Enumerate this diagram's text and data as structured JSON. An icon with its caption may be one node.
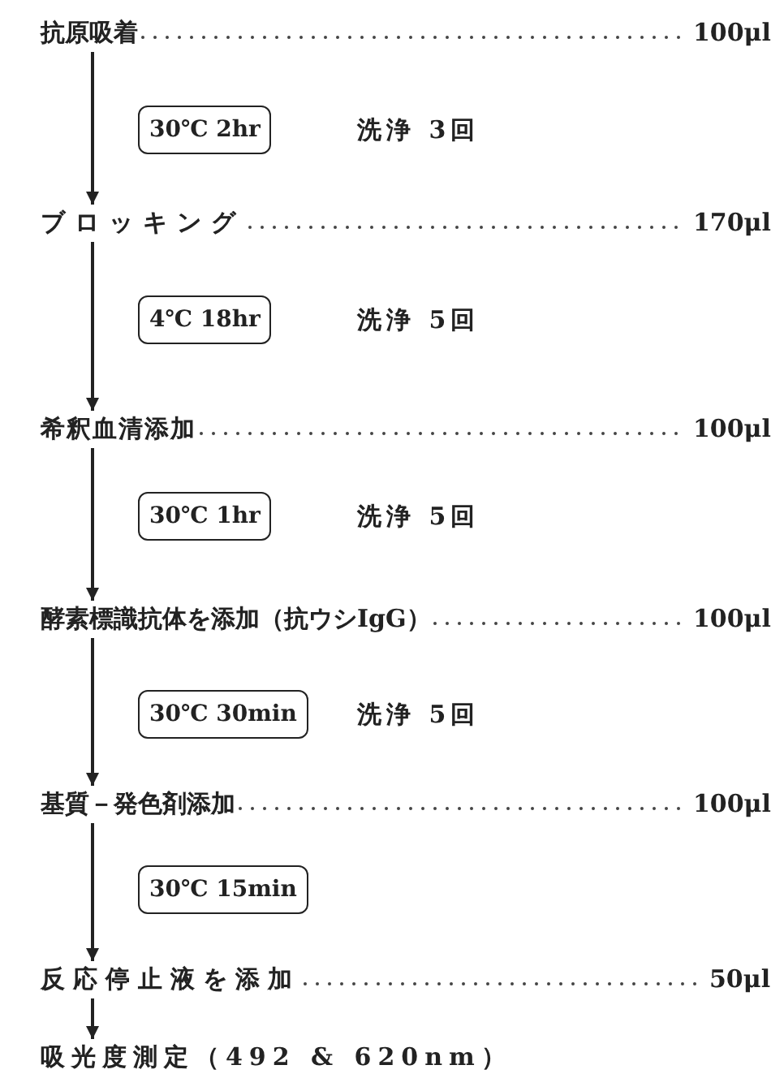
{
  "diagram": {
    "nodes": [
      {
        "text": [
          "抗原吸着"
        ]
      },
      {
        "text": [
          "100μl"
        ]
      },
      {
        "text": [
          "30℃ 2hr"
        ],
        "beside": [
          "洗浄 3回"
        ]
      },
      {
        "text": [
          "ブロッキング"
        ]
      },
      {
        "text": [
          "170μl"
        ]
      },
      {
        "text": [
          "4℃ 18hr"
        ],
        "beside": [
          "洗浄 5回"
        ]
      },
      {
        "text": [
          "希釈血清添加"
        ]
      },
      {
        "text": [
          "100μl"
        ]
      },
      {
        "text": [
          "30℃ 1hr"
        ],
        "beside": [
          "洗浄 5回"
        ]
      },
      {
        "text": [
          "酵素標識抗体を添加（抗ウシIgG）"
        ]
      },
      {
        "text": [
          "100μl"
        ]
      },
      {
        "text": [
          "30℃ 30min"
        ],
        "beside": [
          "洗浄 5回"
        ]
      },
      {
        "text": [
          "基質－発色剤添加"
        ]
      },
      {
        "text": [
          "100μl"
        ]
      },
      {
        "text": [
          "30℃ 15min"
        ]
      },
      {
        "text": [
          "反応停止液を添加"
        ]
      },
      {
        "text": [
          "50μl"
        ]
      },
      {
        "text": [
          "吸光度測定（492 & 620nm）"
        ]
      }
    ],
    "edges": [
      {
        "from": 0,
        "to": 1,
        "arrow": "none",
        "style": "dashed"
      },
      {
        "from": 0,
        "to": 3,
        "arrow": "to"
      },
      {
        "from": 3,
        "to": 4,
        "arrow": "none",
        "style": "dashed"
      },
      {
        "from": 3,
        "to": 6,
        "arrow": "to"
      },
      {
        "from": 6,
        "to": 7,
        "arrow": "none",
        "style": "dashed"
      },
      {
        "from": 6,
        "to": 9,
        "arrow": "to"
      },
      {
        "from": 9,
        "to": 10,
        "arrow": "none",
        "style": "dashed"
      },
      {
        "from": 9,
        "to": 12,
        "arrow": "to"
      },
      {
        "from": 12,
        "to": 13,
        "arrow": "none",
        "style": "dashed"
      },
      {
        "from": 12,
        "to": 15,
        "arrow": "to"
      },
      {
        "from": 15,
        "to": 16,
        "arrow": "none",
        "style": "dashed"
      },
      {
        "from": 15,
        "to": 17,
        "arrow": "to"
      }
    ]
  }
}
